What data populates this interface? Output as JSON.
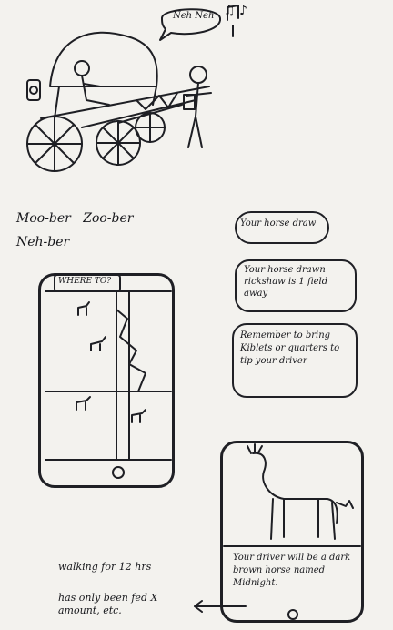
{
  "top_sketch": {
    "speech_bubble": "Neh Neh",
    "music_notes": "♫ ♪"
  },
  "names": {
    "line1": "Moo-ber   Zoo-ber",
    "line2": "Neh-ber"
  },
  "logo_bubble": "Your horse draw",
  "phone1": {
    "search_placeholder": "WHERE TO?"
  },
  "notifications": [
    "Your horse drawn rickshaw is 1 field away",
    "Remember to bring Kiblets or quarters to tip your driver"
  ],
  "phone2": {
    "caption": "Your driver will be a dark brown horse named Midnight."
  },
  "notes": [
    "walking for 12 hrs",
    "has only been fed X amount, etc."
  ]
}
